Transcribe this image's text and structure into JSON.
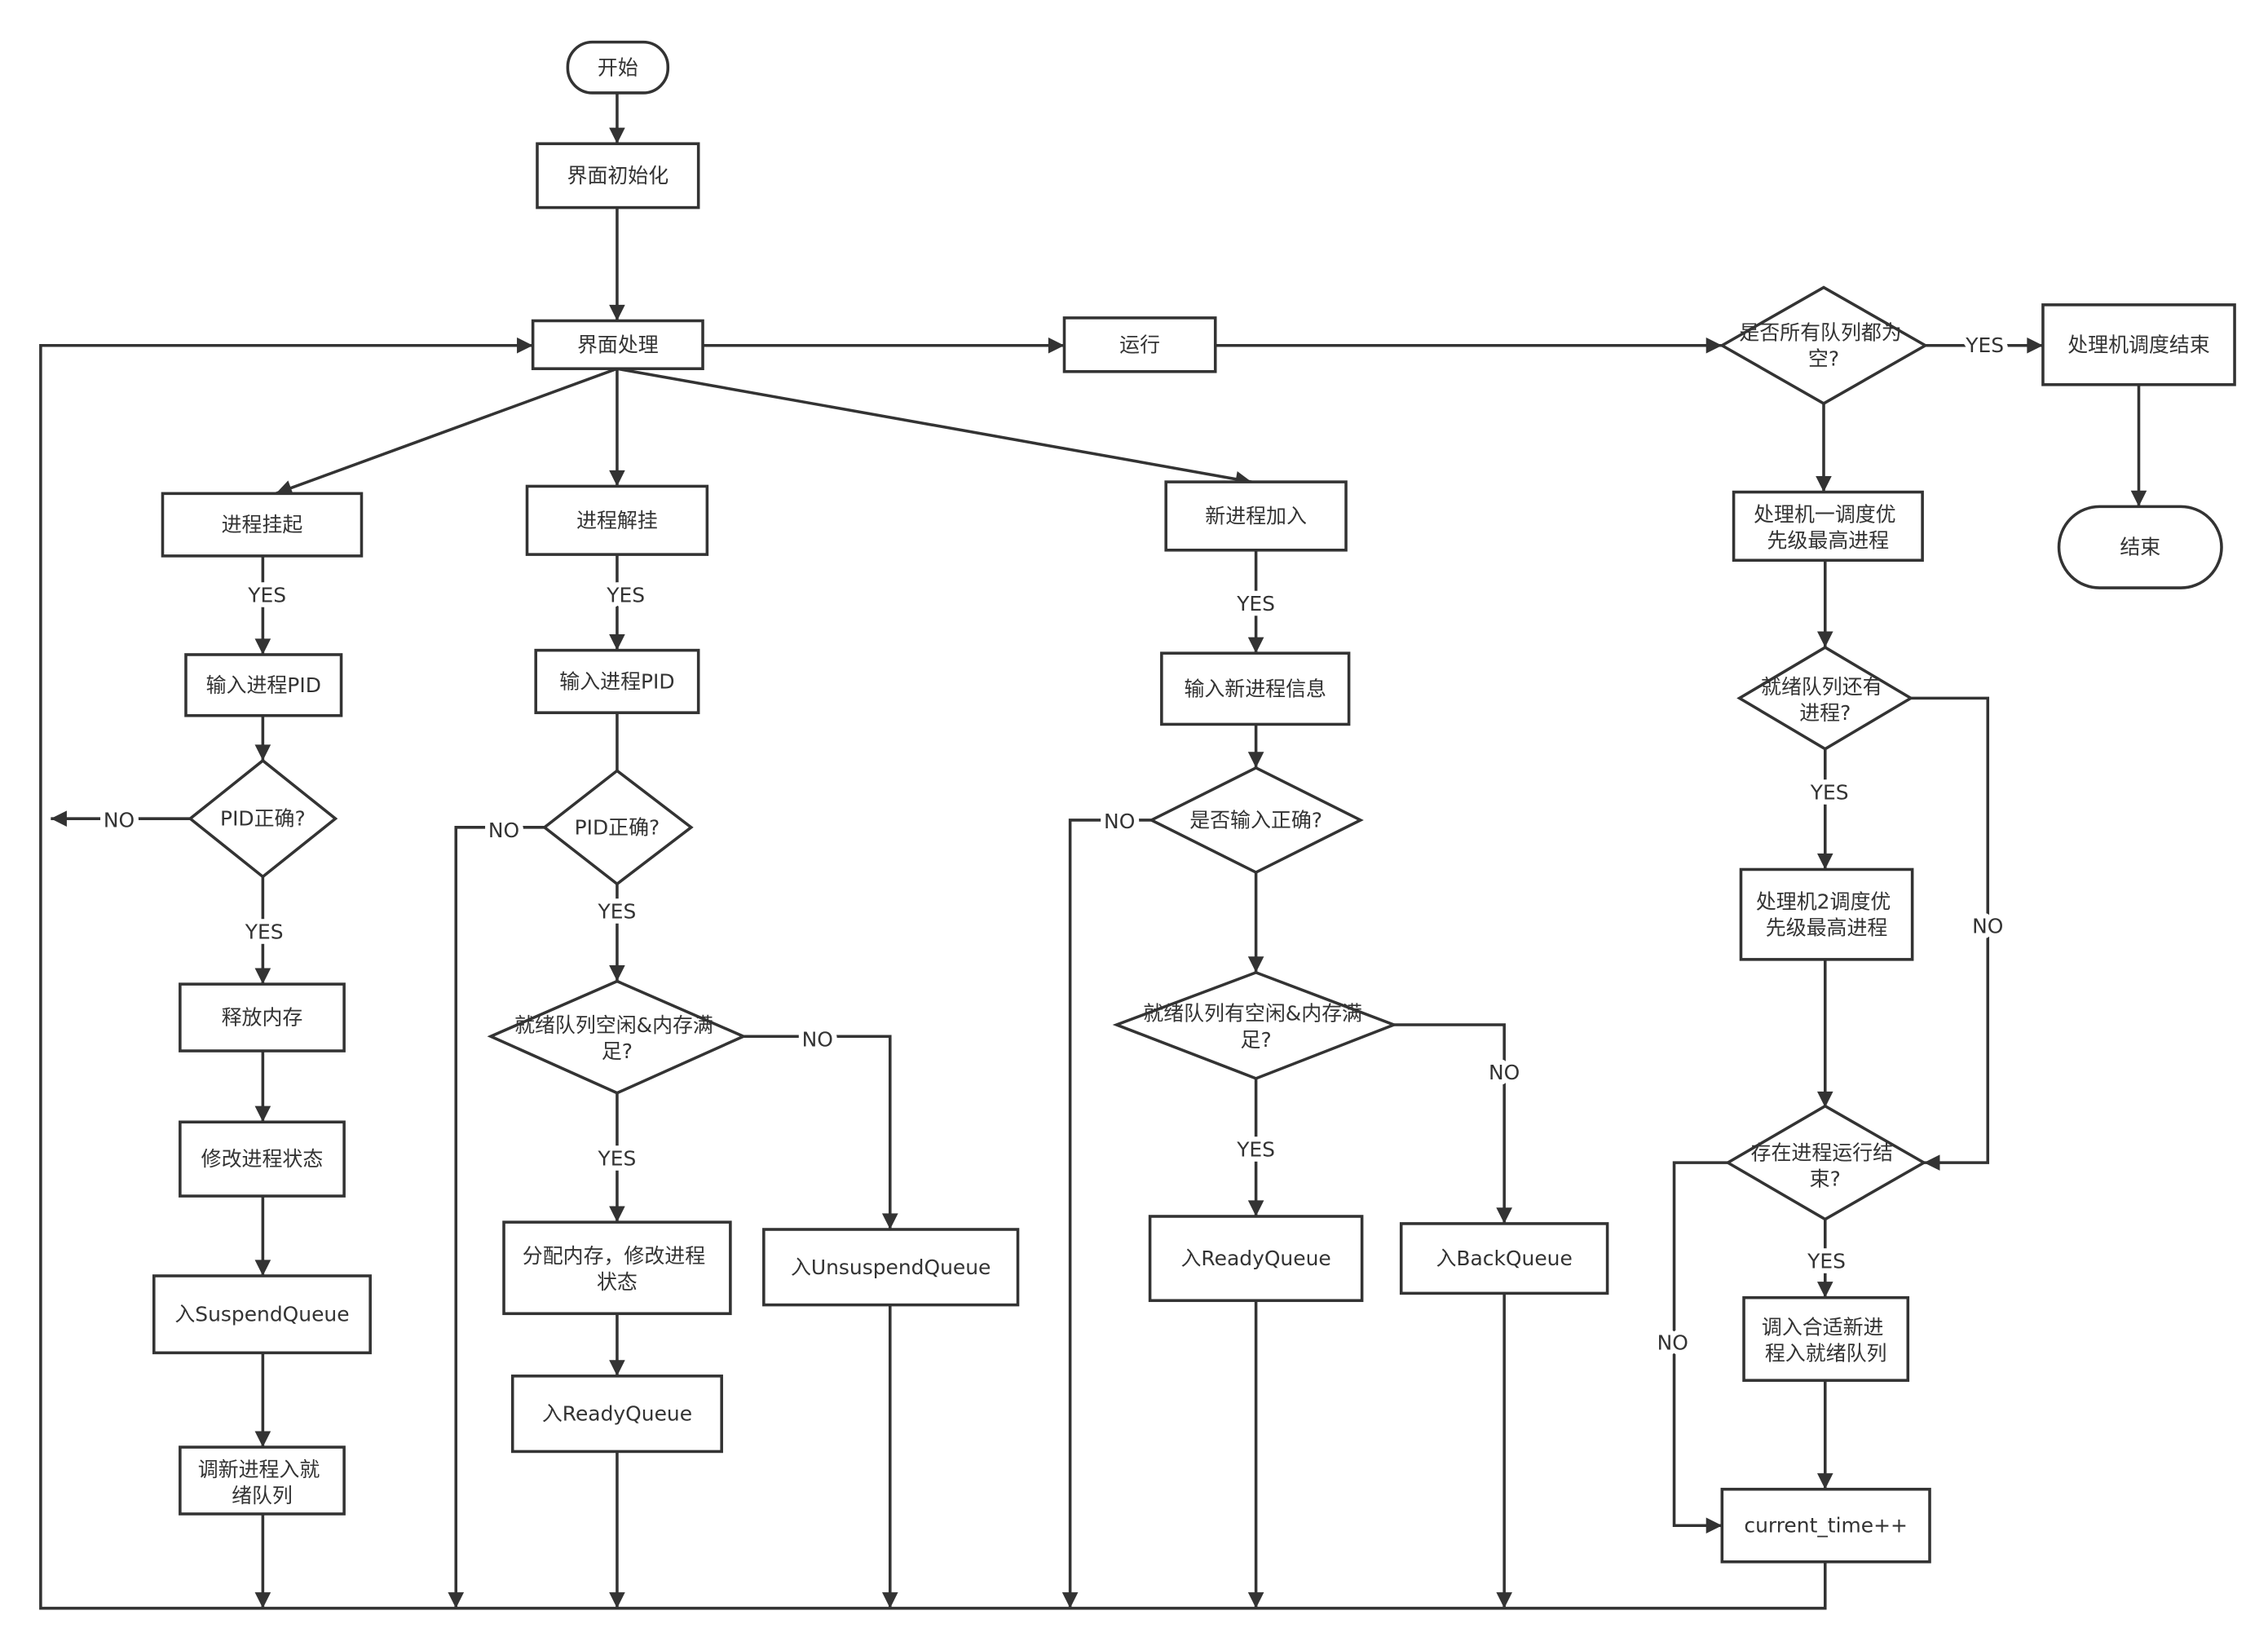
{
  "nodes": {
    "start": "开始",
    "ui_init": "界面初始化",
    "ui_process": "界面处理",
    "run": "运行",
    "all_queues_empty": [
      "是否所有队列都为",
      "空?"
    ],
    "scheduling_end": "处理机调度结束",
    "end": "结束",
    "cpu1_schedule": [
      "处理机一调度优",
      "先级最高进程"
    ],
    "ready_queue_has_process": [
      "就绪队列还有",
      "进程?"
    ],
    "cpu2_schedule": [
      "处理机2调度优",
      "先级最高进程"
    ],
    "process_finished": [
      "存在进程运行结",
      "束?"
    ],
    "load_new_process": [
      "调入合适新进",
      "程入就绪队列"
    ],
    "time_increment": "current_time++",
    "suspend": "进程挂起",
    "suspend_input_pid": "输入进程PID",
    "suspend_pid_ok": "PID正确?",
    "free_memory": "释放内存",
    "modify_state": "修改进程状态",
    "enter_suspend_queue": "入SuspendQueue",
    "load_new_to_ready": [
      "调新进程入就",
      "绪队列"
    ],
    "unsuspend": "进程解挂",
    "unsuspend_input_pid": "输入进程PID",
    "unsuspend_pid_ok": "PID正确?",
    "unsuspend_ready_memory_ok": [
      "就绪队列空闲&内存满",
      "足?"
    ],
    "allocate_memory": [
      "分配内存，修改进程",
      "状态"
    ],
    "unsuspend_enter_ready_queue": "入ReadyQueue",
    "enter_unsuspend_queue": "入UnsuspendQueue",
    "new_process": "新进程加入",
    "input_new_process_info": "输入新进程信息",
    "input_ok": "是否输入正确?",
    "new_ready_memory_ok": [
      "就绪队列有空闲&内存满",
      "足?"
    ],
    "new_enter_ready_queue": "入ReadyQueue",
    "enter_back_queue": "入BackQueue"
  },
  "edge_labels": {
    "all_empty_yes": "YES",
    "ready_has_yes": "YES",
    "ready_has_no": "NO",
    "finished_yes": "YES",
    "finished_no": "NO",
    "suspend_yes": "YES",
    "suspend_pid_no": "NO",
    "suspend_pid_yes": "YES",
    "unsuspend_yes": "YES",
    "unsuspend_pid_no": "NO",
    "unsuspend_pid_yes": "YES",
    "unsuspend_mem_yes": "YES",
    "unsuspend_mem_no": "NO",
    "new_yes": "YES",
    "input_no": "NO",
    "new_mem_yes": "YES",
    "new_mem_no": "NO"
  }
}
